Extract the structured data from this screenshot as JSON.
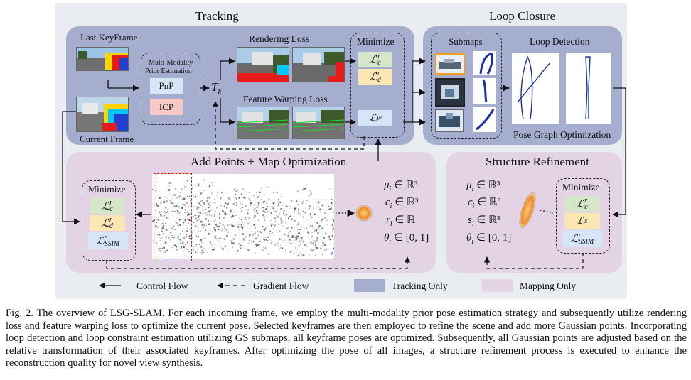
{
  "sections": {
    "tracking": "Tracking",
    "loop_closure": "Loop Closure",
    "add_points": "Add Points + Map Optimization",
    "structure_refinement": "Structure Refinement"
  },
  "tracking": {
    "last_keyframe": "Last KeyFrame",
    "current_frame": "Current Frame",
    "prior_title_1": "Multi-Modality",
    "prior_title_2": "Prior Estimation",
    "pnp": "PnP",
    "icp": "ICP",
    "pose": "T",
    "pose_sub": "k",
    "rendering_loss": "Rendering Loss",
    "feature_warping_loss": "Feature Warping Loss",
    "minimize": "Minimize",
    "loss_color": "ℒ",
    "loss_color_sup": "r",
    "loss_color_sub": "c",
    "loss_depth": "ℒ",
    "loss_depth_sup": "r",
    "loss_depth_sub": "d",
    "loss_warp": "ℒ",
    "loss_warp_sup": "w"
  },
  "loop": {
    "submaps": "Submaps",
    "loop_detection": "Loop Detection",
    "pose_graph": "Pose Graph Optimization"
  },
  "mapping": {
    "minimize": "Minimize",
    "loss_c_sub": "c",
    "loss_d_sub": "d",
    "loss_ssim_sub": "SSIM",
    "loss_sup": "r",
    "mu": "μ",
    "mu_set": "∈ ℝ³",
    "c": "c",
    "c_set": "∈ ℝ³",
    "r": "r",
    "r_set": "∈ ℝ",
    "theta": "θ",
    "theta_set": "∈ [0, 1]",
    "i": "i"
  },
  "refine": {
    "minimize": "Minimize",
    "loss_c_sub": "c",
    "loss_s_sub": "s",
    "loss_ssim_sub": "SSIM",
    "loss_sup": "r",
    "mu": "μ",
    "mu_set": "∈ ℝ³",
    "c": "c",
    "c_set": "∈ ℝ³",
    "s": "s",
    "s_set": "∈ ℝ³",
    "theta": "θ",
    "theta_set": "∈ [0, 1]",
    "i": "i"
  },
  "legend": {
    "control_flow": "Control Flow",
    "gradient_flow": "Gradient Flow",
    "tracking_only": "Tracking Only",
    "mapping_only": "Mapping Only"
  },
  "colors": {
    "outer_bg": "#e9edf2",
    "tracking_panel": "#a6aed0",
    "mapping_panel": "#e4d3e5",
    "green_box": "#d5e7c8",
    "yellow_box": "#fbe7b3",
    "blue_box": "#d6e6f7",
    "pink_box": "#f6c9c4"
  },
  "caption": {
    "text": "Fig. 2.   The overview of LSG-SLAM. For each incoming frame, we employ the multi-modality prior pose estimation strategy and subsequently utilize rendering loss and feature warping loss to optimize the current pose. Selected keyframes are then employed to refine the scene and add more Gaussian points. Incorporating loop detection and loop constraint estimation utilizing GS submaps, all keyframe poses are optimized. Subsequently, all Gaussian points are adjusted based on the relative transformation of their associated keyframes. After optimizing the pose of all images, a structure refinement process is executed to enhance the reconstruction quality for novel view synthesis."
  }
}
